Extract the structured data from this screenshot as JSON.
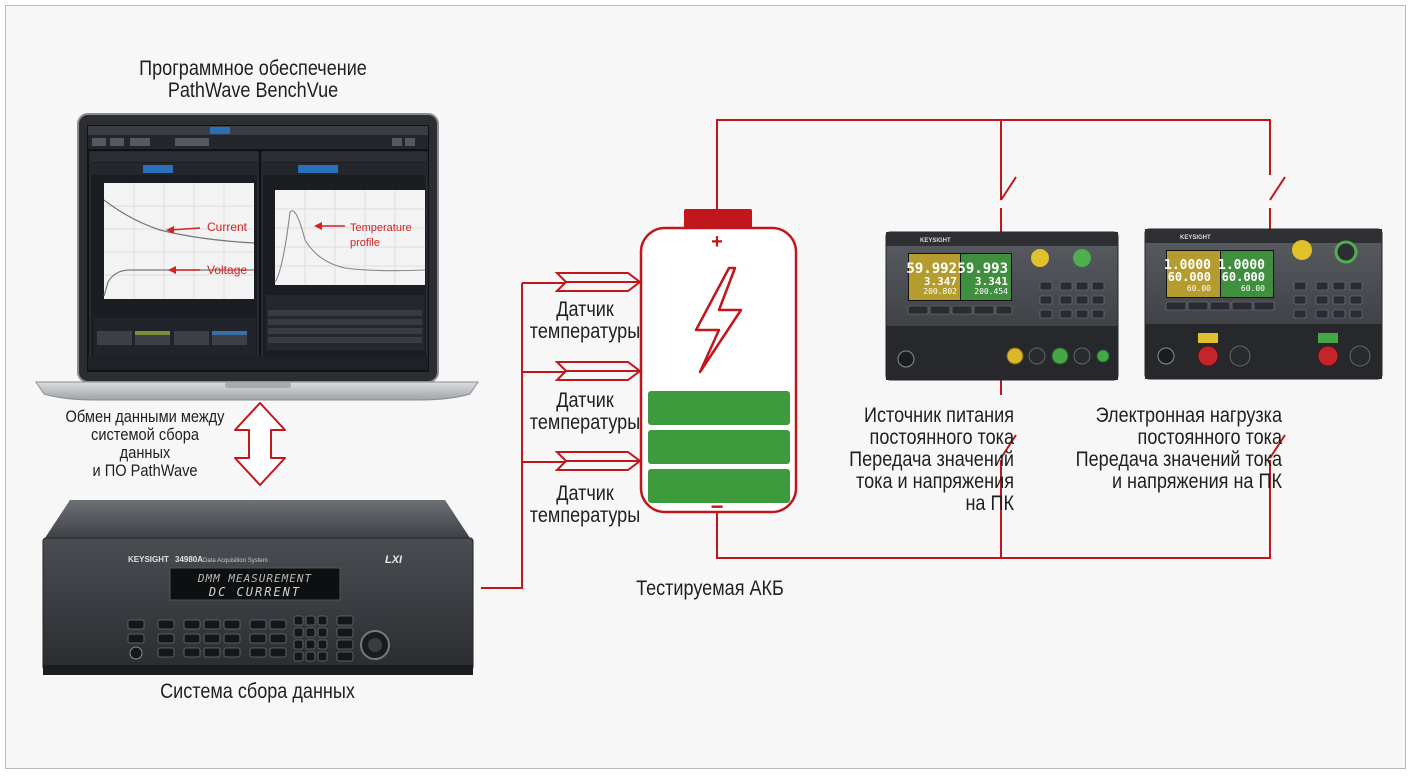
{
  "labels": {
    "software_line1": "Программное обеспечение",
    "software_line2": "PathWave BenchVue",
    "exchange_line1": "Обмен данными между",
    "exchange_line2": "системой сбора",
    "exchange_line3": "данных",
    "exchange_line4": "и ПО PathWave",
    "daq_system": "Система сбора данных",
    "sensor_line1": "Датчик",
    "sensor_line2": "температуры",
    "battery_under_test": "Тестируемая АКБ",
    "psu_line1": "Источник питания",
    "psu_line2": "постоянного тока",
    "psu_line3": "Передача значений",
    "psu_line4": "тока и напряжения",
    "psu_line5": "на ПК",
    "load_line1": "Электронная нагрузка",
    "load_line2": "постоянного тока",
    "load_line3": "Передача значений тока",
    "load_line4": "и напряжения на ПК"
  },
  "screen": {
    "current_label": "Current",
    "voltage_label": "Voltage",
    "temperature_label_line1": "Temperature",
    "temperature_label_line2": "profile"
  },
  "daq": {
    "brand": "KEYSIGHT",
    "model": "34980A",
    "model_desc": "Data Acquisition System",
    "lxi": "LXI",
    "display_line1": "DMM MEASUREMENT",
    "display_line2": "DC CURRENT"
  },
  "battery": {
    "plus": "+",
    "minus": "−",
    "charge_bars": 3
  },
  "psu": {
    "brand": "KEYSIGHT",
    "ch1_v": "59.992",
    "ch1_a": "3.347",
    "ch1_w": "200.802",
    "ch2_v": "59.993",
    "ch2_a": "3.341",
    "ch2_w": "200.454"
  },
  "eload": {
    "brand": "KEYSIGHT",
    "ch1_a": "1.0000",
    "ch1_v": "60.000",
    "ch1_set": "60.00",
    "ch2_a": "1.0000",
    "ch2_v": "60.000",
    "ch2_set": "60.00"
  },
  "colors": {
    "wire": "#c0161c",
    "battery_outline": "#c0161c",
    "charge": "#3d9b3d",
    "screen_bg": "#0f1116",
    "screen_annotation": "#d22222"
  }
}
